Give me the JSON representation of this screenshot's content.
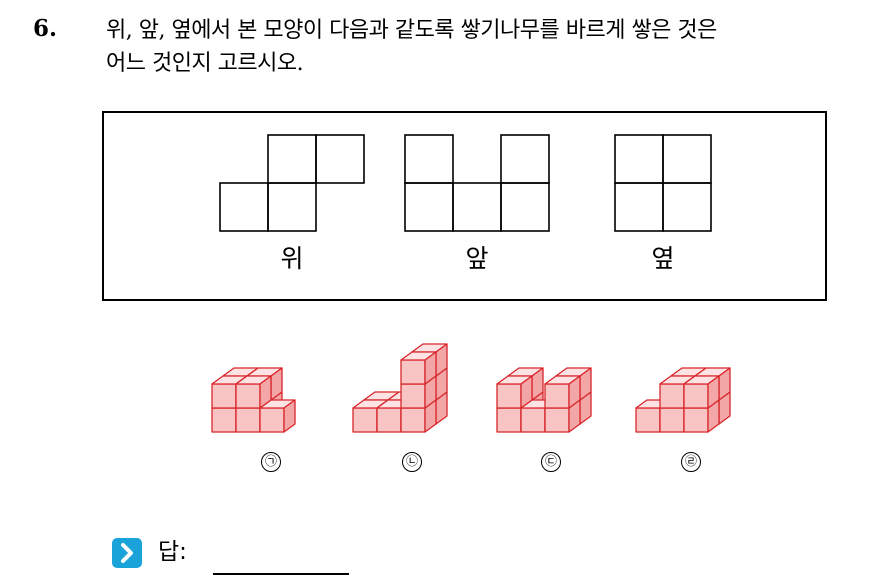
{
  "question": {
    "number": "6.",
    "line1": "위, 앞, 옆에서 본 모양이 다음과 같도록 쌓기나무를 바르게 쌓은 것은",
    "line2": "어느 것인지 고르시오."
  },
  "views": {
    "top_label": "위",
    "front_label": "앞",
    "side_label": "옆"
  },
  "options": [
    {
      "marker": "㉠"
    },
    {
      "marker": "㉡"
    },
    {
      "marker": "㉢"
    },
    {
      "marker": "㉣"
    }
  ],
  "answer": {
    "label": "답:",
    "value": ""
  },
  "colors": {
    "cube_stroke": "#d9262b",
    "cube_top": "#fde3e3",
    "cube_front": "#f8c4c4",
    "cube_side": "#f3a6a6",
    "icon_bg": "#1aa3d9"
  }
}
